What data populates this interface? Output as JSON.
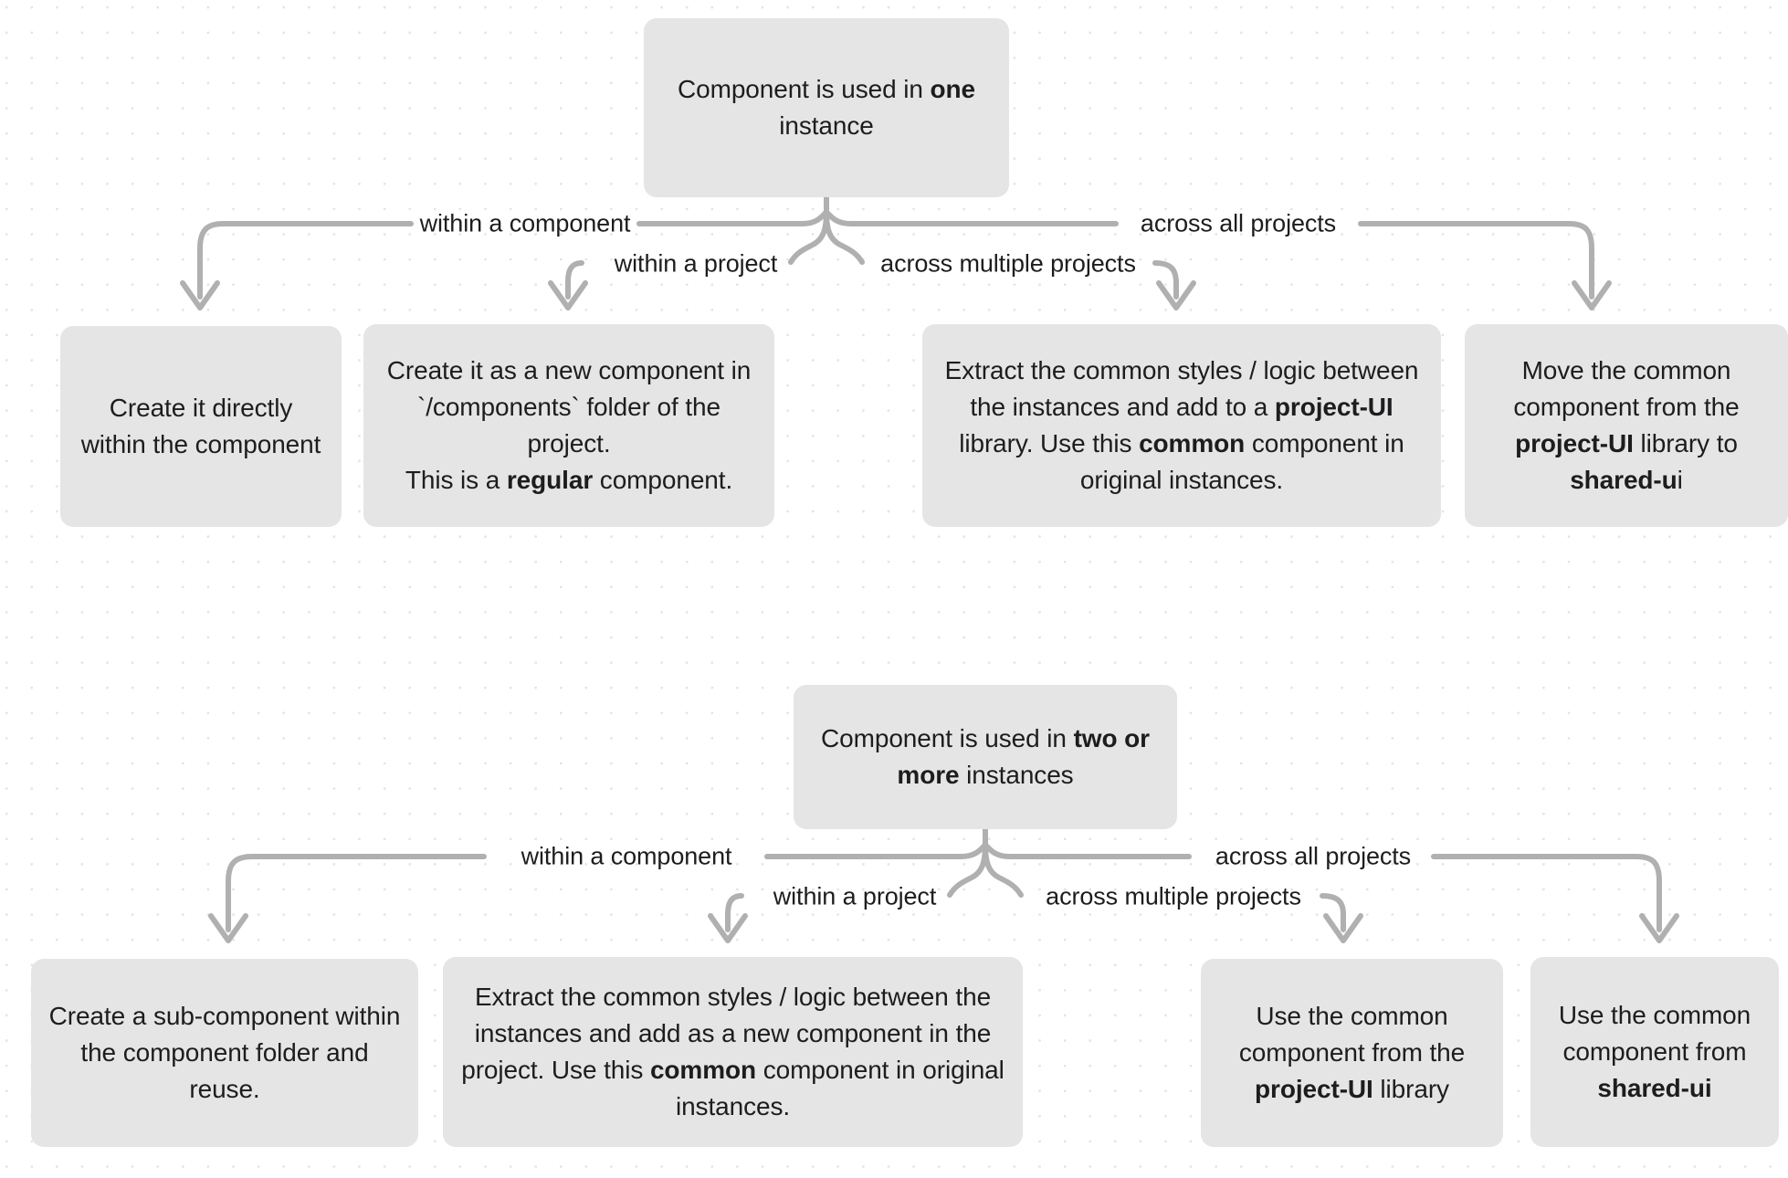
{
  "diagram": {
    "title": "Component reuse decision tree",
    "colors": {
      "node_fill": "#e5e5e5",
      "edge_stroke": "#b0b0b0",
      "text": "#1d1d1f",
      "background": "#ffffff",
      "dot_grid": "#e3e3e3"
    },
    "trees": [
      {
        "id": "one-instance",
        "root": {
          "id": "root-one",
          "text_html": "Component is used in <b>one</b> instance",
          "text_plain": "Component is used in one instance"
        },
        "branches": [
          {
            "label": "within a component",
            "target": {
              "id": "one-within-component",
              "text_html": "Create it directly within the component",
              "text_plain": "Create it directly within the component"
            }
          },
          {
            "label": "within a project",
            "target": {
              "id": "one-within-project",
              "text_html": "Create it as a new component in `/components` folder of the project.<br>This is a <b>regular</b> component.",
              "text_plain": "Create it as a new component in `/components` folder of the project. This is a regular component."
            }
          },
          {
            "label": "across multiple projects",
            "target": {
              "id": "one-across-multiple",
              "text_html": "Extract the common styles / logic between the instances and add to a <b>project-UI</b> library. Use this <b>common</b> component in original instances.",
              "text_plain": "Extract the common styles / logic between the instances and add to a project-UI library. Use this common component in original instances."
            }
          },
          {
            "label": "across all projects",
            "target": {
              "id": "one-across-all",
              "text_html": "Move the common component from the <b>project-UI</b> library to <b>shared-u</b>i",
              "text_plain": "Move the common component from the project-UI library to shared-ui"
            }
          }
        ]
      },
      {
        "id": "two-or-more-instances",
        "root": {
          "id": "root-two",
          "text_html": "Component is used in <b>two or more</b> instances",
          "text_plain": "Component is used in two or more instances"
        },
        "branches": [
          {
            "label": "within a component",
            "target": {
              "id": "two-within-component",
              "text_html": "Create a sub-component within the component folder and reuse.",
              "text_plain": "Create a sub-component within the component folder and reuse."
            }
          },
          {
            "label": "within a project",
            "target": {
              "id": "two-within-project",
              "text_html": "Extract the common styles / logic between the instances and add as a new component in the project. Use this <b>common</b> component in original instances.",
              "text_plain": "Extract the common styles / logic between the instances and add as a new component in the project. Use this common component in original instances."
            }
          },
          {
            "label": "across multiple projects",
            "target": {
              "id": "two-across-multiple",
              "text_html": "Use the common component from the <b>project-UI</b> library",
              "text_plain": "Use the common component from the project-UI library"
            }
          },
          {
            "label": "across all projects",
            "target": {
              "id": "two-across-all",
              "text_html": "Use the common component from <b>shared-ui</b>",
              "text_plain": "Use the common component from shared-ui"
            }
          }
        ]
      }
    ]
  }
}
